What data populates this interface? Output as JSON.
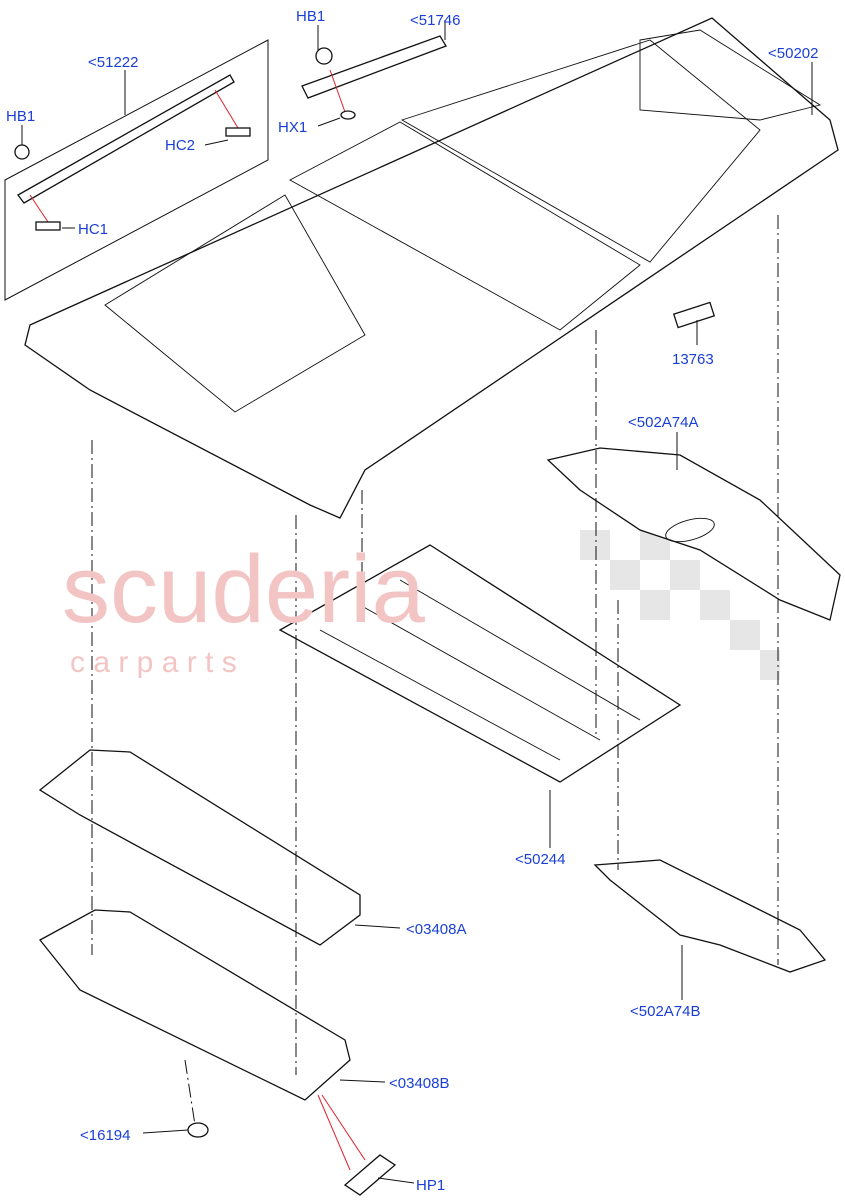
{
  "watermark": {
    "main": "scuderia",
    "sub": "c a r   p a r t s",
    "color": "#f3c4c4"
  },
  "label_color": "#1a3fd6",
  "callouts": {
    "p51222": "<51222",
    "hb1_left": "HB1",
    "hc2": "HC2",
    "hc1": "HC1",
    "hb1_top": "HB1",
    "p51746": "<51746",
    "hx1": "HX1",
    "p50202": "<50202",
    "p13763": "13763",
    "p502A74A": "<502A74A",
    "p50244": "<50244",
    "p03408A": "<03408A",
    "p502A74B": "<502A74B",
    "p03408B": "<03408B",
    "p16194": "<16194",
    "hp1": "HP1"
  }
}
